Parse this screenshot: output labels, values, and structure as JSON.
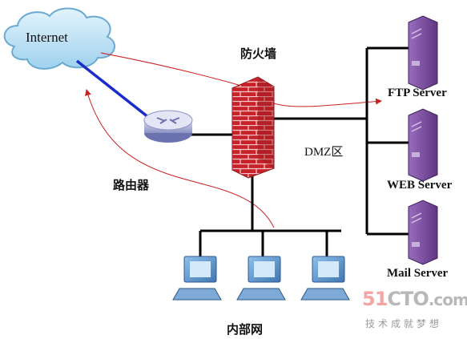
{
  "diagram": {
    "internet_label": "Internet",
    "firewall_label": "防火墙",
    "router_label": "路由器",
    "dmz_label": "DMZ区",
    "lan_label": "内部网",
    "servers": [
      {
        "label": "FTP Server"
      },
      {
        "label": "WEB Server"
      },
      {
        "label": "Mail Server"
      }
    ]
  },
  "watermark": {
    "brand_digits": "51",
    "brand_name": "CTO",
    "brand_suffix": ".com",
    "slogan": "技术成就梦想"
  },
  "colors": {
    "cloud_fill": "#bfe4f7",
    "cloud_stroke": "#6aaad2",
    "link_blue": "#1b2ccc",
    "wire": "#000000",
    "flow_arrow": "#cc2222",
    "brick": "#c8232b",
    "server_purple": "#7d4c9a",
    "pc_blue": "#5a8fc8"
  },
  "icons": [
    "cloud-icon",
    "router-icon",
    "firewall-icon",
    "server-icon",
    "pc-icon"
  ]
}
